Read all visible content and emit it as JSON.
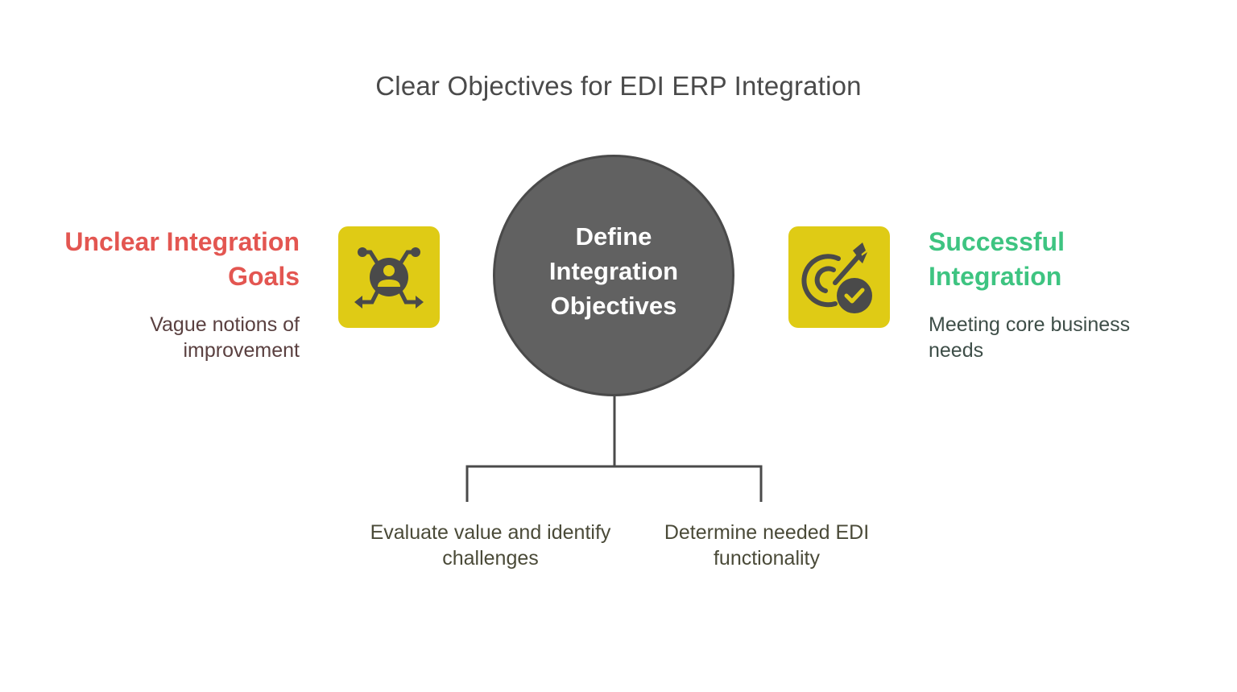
{
  "title": "Clear Objectives for EDI ERP Integration",
  "center": {
    "label": "Define Integration Objectives",
    "fill_color": "#616161"
  },
  "left": {
    "heading": "Unclear Integration Goals",
    "description": "Vague notions of improvement",
    "heading_color": "#e35651",
    "icon": "network-person-icon"
  },
  "right": {
    "heading": "Successful Integration",
    "description": "Meeting core business needs",
    "heading_color": "#3ec481",
    "icon": "target-check-icon"
  },
  "branches": [
    {
      "text": "Evaluate value and identify challenges"
    },
    {
      "text": "Determine needed EDI functionality"
    }
  ],
  "colors": {
    "tile": "#dfcb15",
    "icon": "#4a4a4a",
    "line": "#4a4a4a"
  }
}
